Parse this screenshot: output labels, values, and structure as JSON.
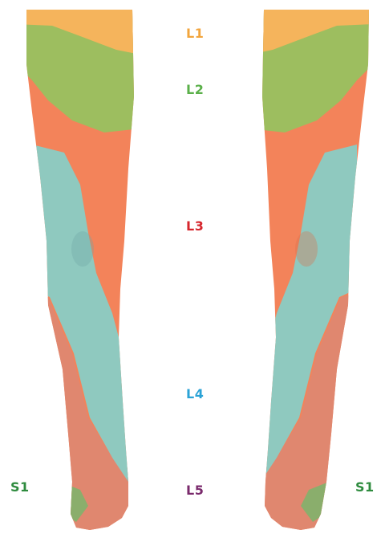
{
  "labels": {
    "l1": "L1",
    "l2": "L2",
    "l3": "L3",
    "l4": "L4",
    "l5": "L5",
    "s1_left": "S1",
    "s1_right": "S1"
  },
  "colors": {
    "L1": "#f5b45c",
    "L2": "#9dbe5f",
    "L3": "#f3835a",
    "L4": "#8fc9bf",
    "L5": "#e0876f",
    "S1": "#8aae6c",
    "label_L1": "#f2a53d",
    "label_L2": "#5bb04a",
    "label_L3": "#d6262d",
    "label_L4": "#2ba3d6",
    "label_L5": "#7a2a6c",
    "label_S1": "#2e8b3e"
  }
}
